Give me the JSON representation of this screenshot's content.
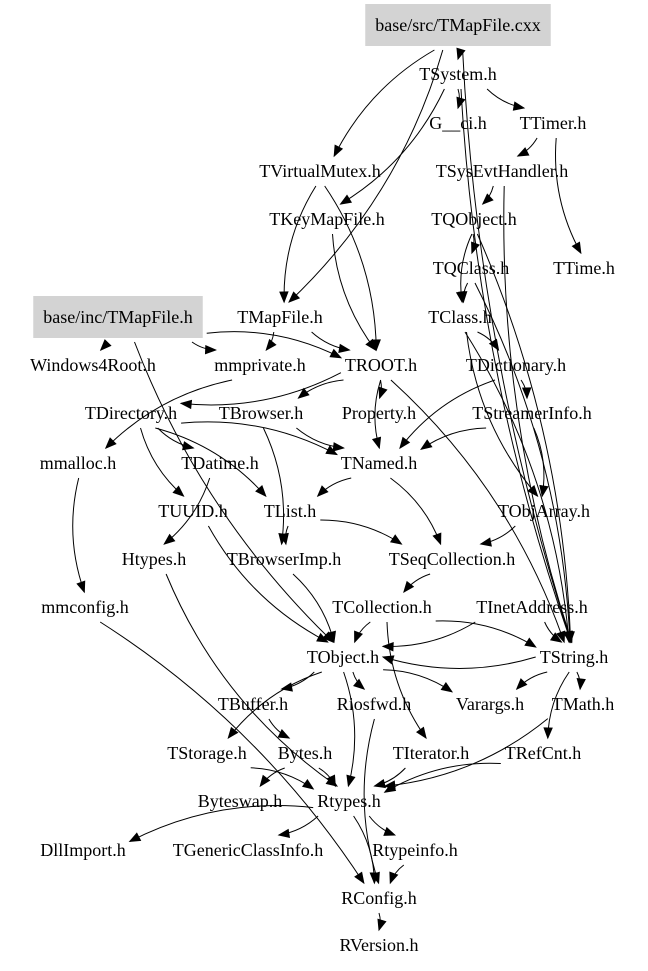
{
  "diagram": {
    "type": "include-dependency-graph",
    "colors": {
      "root_fill": "#d3d3d3",
      "edge": "#000000",
      "text": "#000000",
      "background": "#ffffff"
    },
    "nodes": [
      {
        "id": "tmapfile_cxx",
        "label": "base/src/TMapFile.cxx",
        "root": true
      },
      {
        "id": "tsystem",
        "label": "TSystem.h"
      },
      {
        "id": "g_ci",
        "label": "G__ci.h"
      },
      {
        "id": "ttimer",
        "label": "TTimer.h"
      },
      {
        "id": "tvirtualmutex",
        "label": "TVirtualMutex.h"
      },
      {
        "id": "tsysevthandler",
        "label": "TSysEvtHandler.h"
      },
      {
        "id": "tkeymapfile",
        "label": "TKeyMapFile.h"
      },
      {
        "id": "tqobject",
        "label": "TQObject.h"
      },
      {
        "id": "tqclass",
        "label": "TQClass.h"
      },
      {
        "id": "ttime",
        "label": "TTime.h"
      },
      {
        "id": "tmapfile_inc",
        "label": "base/inc/TMapFile.h",
        "root": true
      },
      {
        "id": "tmapfile",
        "label": "TMapFile.h"
      },
      {
        "id": "tclass",
        "label": "TClass.h"
      },
      {
        "id": "windows4root",
        "label": "Windows4Root.h"
      },
      {
        "id": "mmprivate",
        "label": "mmprivate.h"
      },
      {
        "id": "troot",
        "label": "TROOT.h"
      },
      {
        "id": "tdictionary",
        "label": "TDictionary.h"
      },
      {
        "id": "tdirectory",
        "label": "TDirectory.h"
      },
      {
        "id": "tbrowser",
        "label": "TBrowser.h"
      },
      {
        "id": "property",
        "label": "Property.h"
      },
      {
        "id": "tstreamerinfo",
        "label": "TStreamerInfo.h"
      },
      {
        "id": "mmalloc",
        "label": "mmalloc.h"
      },
      {
        "id": "tdatime",
        "label": "TDatime.h"
      },
      {
        "id": "tnamed",
        "label": "TNamed.h"
      },
      {
        "id": "tuuid",
        "label": "TUUID.h"
      },
      {
        "id": "tlist",
        "label": "TList.h"
      },
      {
        "id": "tobjarray",
        "label": "TObjArray.h"
      },
      {
        "id": "htypes",
        "label": "Htypes.h"
      },
      {
        "id": "tbrowserimp",
        "label": "TBrowserImp.h"
      },
      {
        "id": "tseqcollection",
        "label": "TSeqCollection.h"
      },
      {
        "id": "mmconfig",
        "label": "mmconfig.h"
      },
      {
        "id": "tcollection",
        "label": "TCollection.h"
      },
      {
        "id": "tinetaddress",
        "label": "TInetAddress.h"
      },
      {
        "id": "tobject",
        "label": "TObject.h"
      },
      {
        "id": "tstring",
        "label": "TString.h"
      },
      {
        "id": "tbuffer",
        "label": "TBuffer.h"
      },
      {
        "id": "riosfwd",
        "label": "Riosfwd.h"
      },
      {
        "id": "varargs",
        "label": "Varargs.h"
      },
      {
        "id": "tmath",
        "label": "TMath.h"
      },
      {
        "id": "tstorage",
        "label": "TStorage.h"
      },
      {
        "id": "bytes",
        "label": "Bytes.h"
      },
      {
        "id": "titerator",
        "label": "TIterator.h"
      },
      {
        "id": "trefcnt",
        "label": "TRefCnt.h"
      },
      {
        "id": "byteswap",
        "label": "Byteswap.h"
      },
      {
        "id": "rtypes",
        "label": "Rtypes.h"
      },
      {
        "id": "dllimport",
        "label": "DllImport.h"
      },
      {
        "id": "tgenericclassinfo",
        "label": "TGenericClassInfo.h"
      },
      {
        "id": "rtypeinfo",
        "label": "Rtypeinfo.h"
      },
      {
        "id": "rconfig",
        "label": "RConfig.h"
      },
      {
        "id": "rversion",
        "label": "RVersion.h"
      }
    ],
    "edges": [
      [
        "tmapfile_cxx",
        "tsystem"
      ],
      [
        "tmapfile_cxx",
        "tvirtualmutex"
      ],
      [
        "tmapfile_cxx",
        "tmapfile"
      ],
      [
        "tmapfile_cxx",
        "tstring"
      ],
      [
        "tsystem",
        "g_ci"
      ],
      [
        "tsystem",
        "ttimer"
      ],
      [
        "tsystem",
        "tkeymapfile"
      ],
      [
        "tsystem",
        "tstring"
      ],
      [
        "ttimer",
        "tsysevthandler"
      ],
      [
        "ttimer",
        "ttime"
      ],
      [
        "tsysevthandler",
        "tqobject"
      ],
      [
        "tsysevthandler",
        "tstring"
      ],
      [
        "tqobject",
        "tqclass"
      ],
      [
        "tqobject",
        "tclass"
      ],
      [
        "tqobject",
        "tstring"
      ],
      [
        "tqclass",
        "tclass"
      ],
      [
        "tqclass",
        "tstring"
      ],
      [
        "tvirtualmutex",
        "tmapfile"
      ],
      [
        "tvirtualmutex",
        "troot"
      ],
      [
        "tkeymapfile",
        "troot"
      ],
      [
        "tmapfile_inc",
        "windows4root"
      ],
      [
        "tmapfile_inc",
        "mmprivate"
      ],
      [
        "tmapfile_inc",
        "troot"
      ],
      [
        "tmapfile_inc",
        "tobject"
      ],
      [
        "tmapfile",
        "mmprivate"
      ],
      [
        "tmapfile",
        "troot"
      ],
      [
        "tclass",
        "tdictionary"
      ],
      [
        "tclass",
        "tobjarray"
      ],
      [
        "tclass",
        "tstring"
      ],
      [
        "mmprivate",
        "mmalloc"
      ],
      [
        "troot",
        "tdirectory"
      ],
      [
        "troot",
        "tbrowser"
      ],
      [
        "troot",
        "property"
      ],
      [
        "troot",
        "tnamed"
      ],
      [
        "troot",
        "tstring"
      ],
      [
        "tdictionary",
        "tnamed"
      ],
      [
        "tdictionary",
        "tstreamerinfo"
      ],
      [
        "tdirectory",
        "tdatime"
      ],
      [
        "tdirectory",
        "tnamed"
      ],
      [
        "tdirectory",
        "tuuid"
      ],
      [
        "tdirectory",
        "tlist"
      ],
      [
        "tbrowser",
        "tnamed"
      ],
      [
        "tbrowser",
        "tbrowserimp"
      ],
      [
        "tstreamerinfo",
        "tnamed"
      ],
      [
        "tstreamerinfo",
        "tobjarray"
      ],
      [
        "mmalloc",
        "mmconfig"
      ],
      [
        "tdatime",
        "htypes"
      ],
      [
        "tnamed",
        "tlist"
      ],
      [
        "tnamed",
        "tseqcollection"
      ],
      [
        "tuuid",
        "tobject"
      ],
      [
        "tlist",
        "tseqcollection"
      ],
      [
        "tlist",
        "tbrowserimp"
      ],
      [
        "tobjarray",
        "tseqcollection"
      ],
      [
        "htypes",
        "rtypes"
      ],
      [
        "tbrowserimp",
        "tobject"
      ],
      [
        "tseqcollection",
        "tcollection"
      ],
      [
        "mmconfig",
        "rconfig"
      ],
      [
        "tcollection",
        "tobject"
      ],
      [
        "tcollection",
        "tstring"
      ],
      [
        "tcollection",
        "titerator"
      ],
      [
        "tinetaddress",
        "tobject"
      ],
      [
        "tinetaddress",
        "tstring"
      ],
      [
        "tobject",
        "tbuffer"
      ],
      [
        "tobject",
        "riosfwd"
      ],
      [
        "tobject",
        "varargs"
      ],
      [
        "tobject",
        "tstorage"
      ],
      [
        "tobject",
        "rtypes"
      ],
      [
        "tstring",
        "varargs"
      ],
      [
        "tstring",
        "tmath"
      ],
      [
        "tstring",
        "trefcnt"
      ],
      [
        "tstring",
        "tobject"
      ],
      [
        "tbuffer",
        "bytes"
      ],
      [
        "bytes",
        "rtypes"
      ],
      [
        "bytes",
        "byteswap"
      ],
      [
        "tstorage",
        "rtypes"
      ],
      [
        "riosfwd",
        "rconfig"
      ],
      [
        "titerator",
        "rtypes"
      ],
      [
        "trefcnt",
        "rtypes"
      ],
      [
        "tmath",
        "rtypes"
      ],
      [
        "rtypes",
        "dllimport"
      ],
      [
        "rtypes",
        "tgenericclassinfo"
      ],
      [
        "rtypes",
        "rtypeinfo"
      ],
      [
        "rtypes",
        "rconfig"
      ],
      [
        "rtypeinfo",
        "rconfig"
      ],
      [
        "rconfig",
        "rversion"
      ]
    ]
  }
}
